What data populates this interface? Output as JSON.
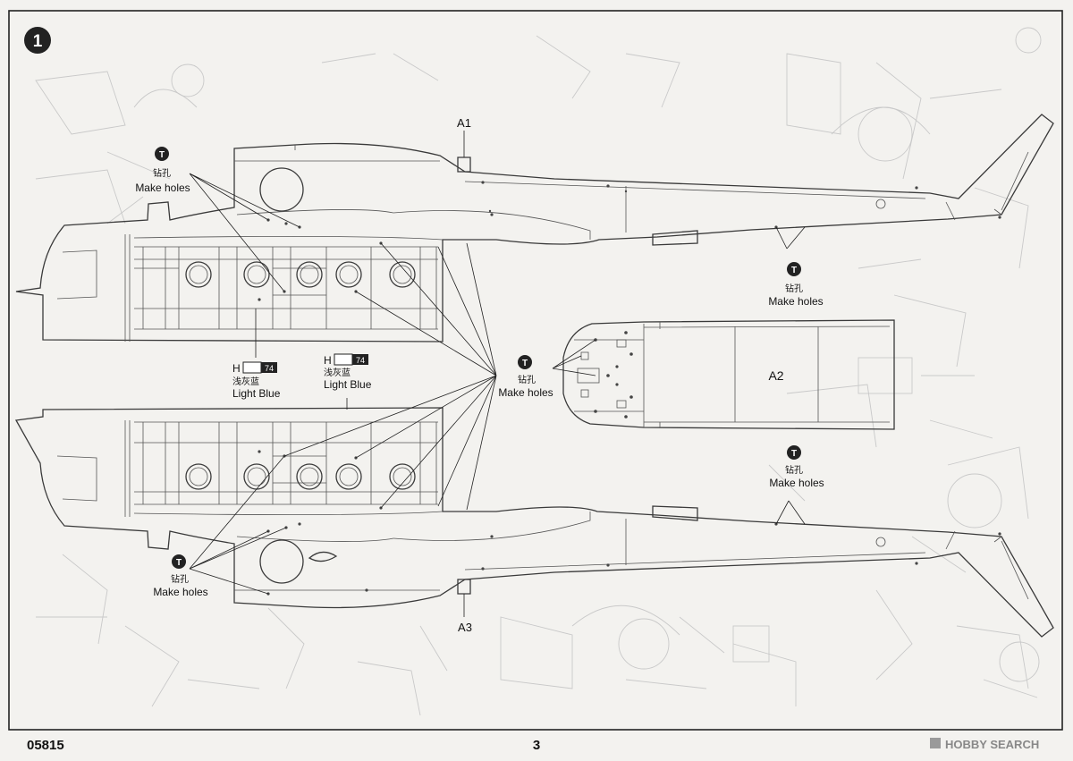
{
  "step_number": "1",
  "page_code": "05815",
  "page_number": "3",
  "watermark": "HOBBY SEARCH",
  "part_labels": {
    "a1": "A1",
    "a2": "A2",
    "a3": "A3"
  },
  "instruction": {
    "zh": "钻孔",
    "en": "Make holes",
    "icon_glyph": "T"
  },
  "paint_callout": {
    "code_prefix": "H",
    "code_number": "74",
    "zh": "浅灰蓝",
    "en": "Light Blue"
  }
}
